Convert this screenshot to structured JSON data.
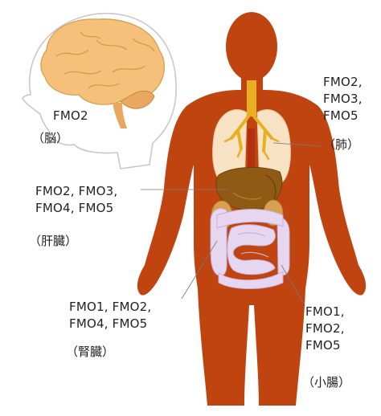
{
  "brain": {
    "enzymes": "FMO2",
    "organ": "（脳）"
  },
  "lung": {
    "enzymes": "FMO2,\nFMO3,\nFMO5",
    "organ": "（肺）"
  },
  "liver": {
    "enzymes": "FMO2, FMO3,\nFMO4, FMO5",
    "organ": "（肝臓）"
  },
  "kidney": {
    "enzymes": "FMO1, FMO2,\nFMO4, FMO5",
    "organ": "（腎臓）"
  },
  "small_intestine": {
    "enzymes": "FMO1,\nFMO2,\nFMO5",
    "organ": "（小腸）"
  },
  "colors": {
    "body": "#c0440f",
    "brain": "#f4c07a",
    "lung": "#f8e2c4",
    "liver": "#8e5a14",
    "intestine": "#e7d6f0",
    "airway": "#e8b020"
  }
}
